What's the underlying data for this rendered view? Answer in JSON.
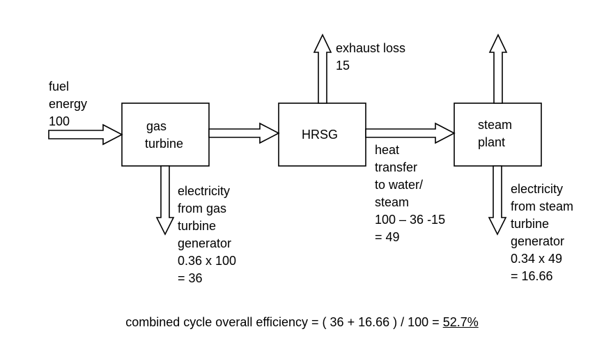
{
  "blocks": {
    "gas_turbine": [
      "gas",
      "turbine"
    ],
    "hrsg": [
      "HRSG"
    ],
    "steam_plant": [
      "steam",
      "plant"
    ]
  },
  "labels": {
    "fuel_energy": [
      "fuel",
      "energy",
      "100"
    ],
    "exhaust_loss": [
      "exhaust loss",
      "15"
    ],
    "heat_transfer": [
      "heat",
      "transfer",
      "to water/",
      "steam",
      "100 – 36 -15",
      "= 49"
    ],
    "gt_electricity": [
      "electricity",
      "from gas",
      "turbine",
      "generator",
      "0.36 x 100",
      "= 36"
    ],
    "st_electricity": [
      "electricity",
      "from steam",
      "turbine",
      "generator",
      "0.34 x 49",
      "= 16.66"
    ]
  },
  "formula": {
    "text": "combined cycle overall efficiency = ( 36 + 16.66 ) / 100  =",
    "result": "52.7%"
  }
}
